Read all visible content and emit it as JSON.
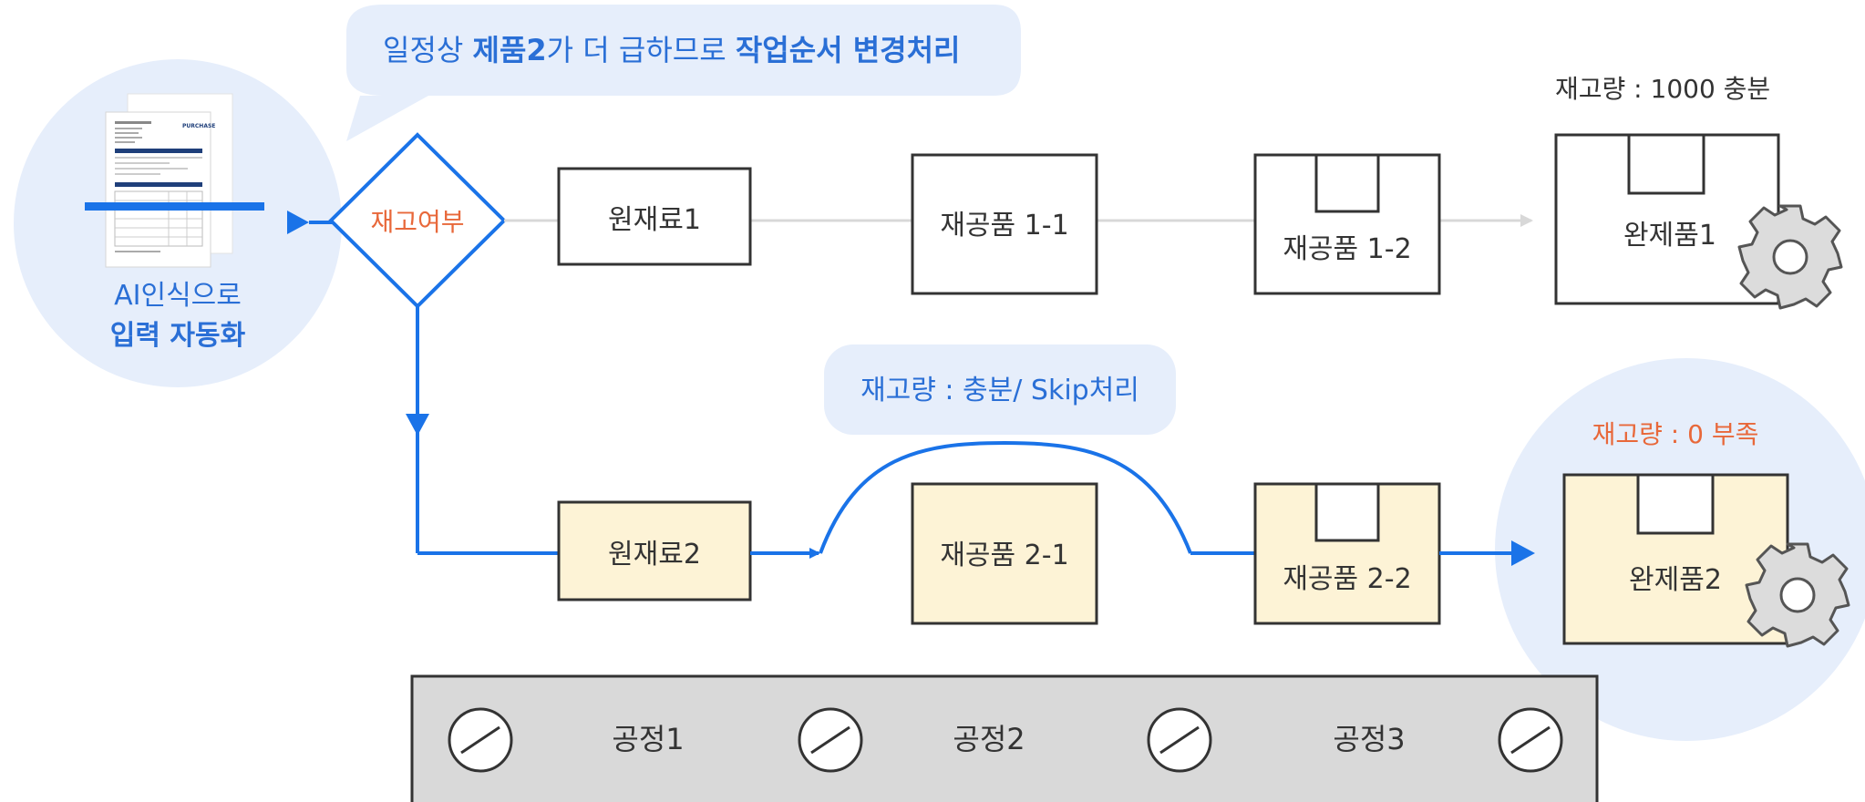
{
  "callout_top": {
    "pre": "일정상 ",
    "bold1": "제품2",
    "mid": "가 더 급하므로 ",
    "bold2": "작업순서 변경처리"
  },
  "callout_mid": {
    "text": "재고량 : 충분/ Skip처리"
  },
  "ai_input": {
    "line1": "AI인식으로",
    "line2": "입력 자동화",
    "doc_heading": "PURCHASE"
  },
  "decision": {
    "label": "재고여부"
  },
  "row1": {
    "raw": "원재료1",
    "wip1": "재공품 1-1",
    "wip2": "재공품 1-2",
    "finished": "완제품1",
    "stock_text": "재고량 : 1000 충분"
  },
  "row2": {
    "raw": "원재료2",
    "wip1": "재공품 2-1",
    "wip2": "재공품 2-2",
    "finished": "완제품2",
    "stock_text": "재고량 : 0 부족"
  },
  "conveyor": {
    "labels": [
      "공정1",
      "공정2",
      "공정3"
    ]
  },
  "colors": {
    "accent_blue": "#1a73e8",
    "text_blue": "#2a6fd6",
    "warn_orange": "#e8683a",
    "light_blue_bg": "#e6eefb",
    "cream": "#fdf3d6",
    "gray_line": "#d8d8d8",
    "gear_gray": "#dcdcdc",
    "conveyor_bg": "#d9d9d9",
    "box_stroke": "#333333"
  },
  "icons": [
    "document-icon",
    "gear-icon",
    "valve-icon",
    "arrow-head-icon"
  ]
}
